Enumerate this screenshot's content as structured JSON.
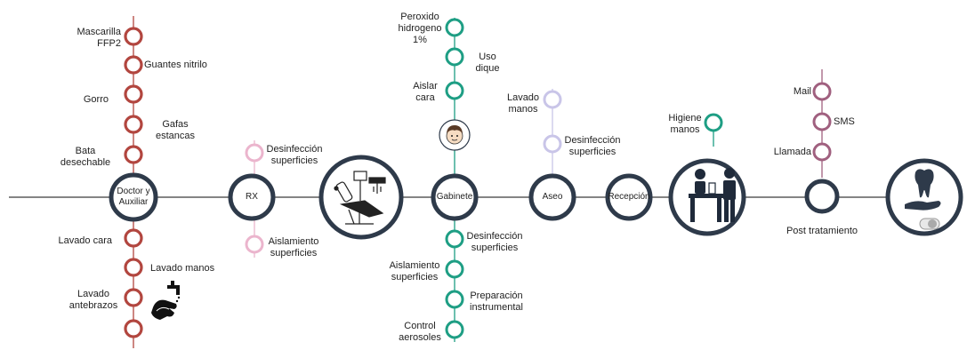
{
  "colors": {
    "main_line": "#3a3a3a",
    "main_node": "#2e3a4a",
    "red": "#b2463f",
    "pink": "#ebb5cd",
    "teal": "#1e9e84",
    "lavender": "#c9c5e8",
    "mauve": "#a0607f"
  },
  "nodes": {
    "doctor": "Doctor y\nAuxiliar",
    "rx": "RX",
    "gabinete": "Gabinete",
    "aseo": "Aseo",
    "recepcion": "Recepción",
    "post": "Post tratamiento"
  },
  "doctor_branch": {
    "mascarilla": "Mascarilla\nFFP2",
    "guantes": "Guantes nitrilo",
    "gorro": "Gorro",
    "gafas": "Gafas\nestancas",
    "bata": "Bata\ndesechable",
    "lavado_cara": "Lavado cara",
    "lavado_manos": "Lavado manos",
    "lavado_antebrazos": "Lavado\nantebrazos"
  },
  "rx_branch": {
    "desinfeccion": "Desinfección\nsuperficies",
    "aislamiento": "Aislamiento\nsuperficies"
  },
  "gabinete_branch": {
    "peroxido": "Peroxido\nhidrogeno\n1%",
    "uso_dique": "Uso\ndique",
    "aislar_cara": "Aislar\ncara",
    "desinfeccion": "Desinfección\nsuperficies",
    "aislamiento": "Aislamiento\nsuperficies",
    "preparacion": "Preparación\ninstrumental",
    "control": "Control\naerosoles"
  },
  "aseo_branch": {
    "lavado_manos": "Lavado\nmanos",
    "desinfeccion": "Desinfección\nsuperficies"
  },
  "recepcion_branch": {
    "higiene": "Higiene\nmanos"
  },
  "post_branch": {
    "mail": "Mail",
    "sms": "SMS",
    "llamada": "Llamada"
  },
  "icons": [
    "handwash-icon",
    "dental-chair-icon",
    "patient-face-icon",
    "reception-desk-icon",
    "tooth-hand-icon"
  ]
}
